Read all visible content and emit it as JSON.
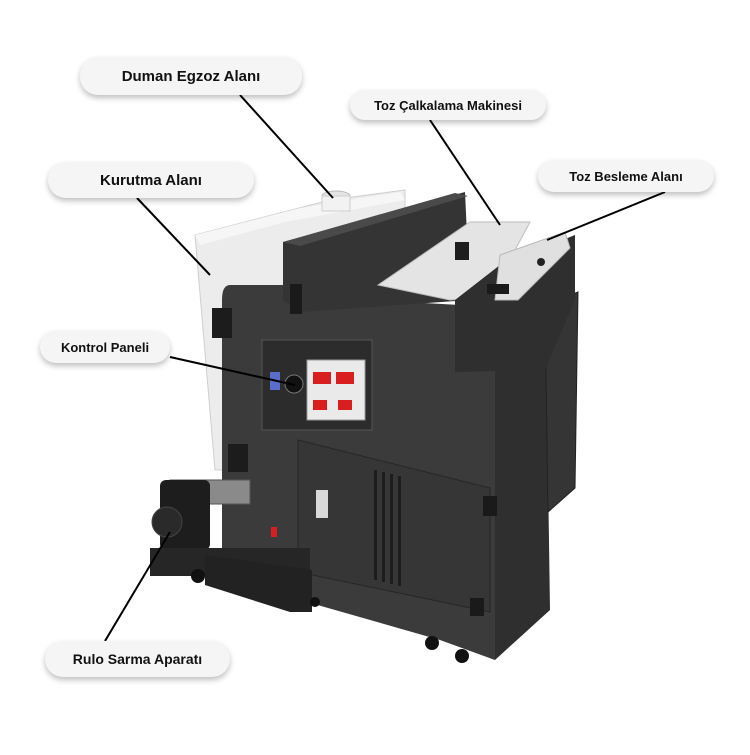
{
  "labels": {
    "duman": "Duman Egzoz Alanı",
    "toz_calkalama": "Toz Çalkalama Makinesi",
    "kurutma": "Kurutma Alanı",
    "toz_besleme": "Toz Besleme Alanı",
    "kontrol": "Kontrol Paneli",
    "rulo": "Rulo Sarma Aparatı"
  },
  "colors": {
    "machine_body": "#3b3b3b",
    "machine_dark": "#2a2a2a",
    "dryer_panel": "#ececec",
    "hopper_plate": "#dcdcdc",
    "callout_bg": "#f5f5f5",
    "leader_line": "#000000",
    "display_red": "#d81e1e"
  },
  "icons": [
    "control-knob-icon",
    "power-switch-icon",
    "latch-icon",
    "hinge-icon",
    "caster-wheel-icon"
  ]
}
